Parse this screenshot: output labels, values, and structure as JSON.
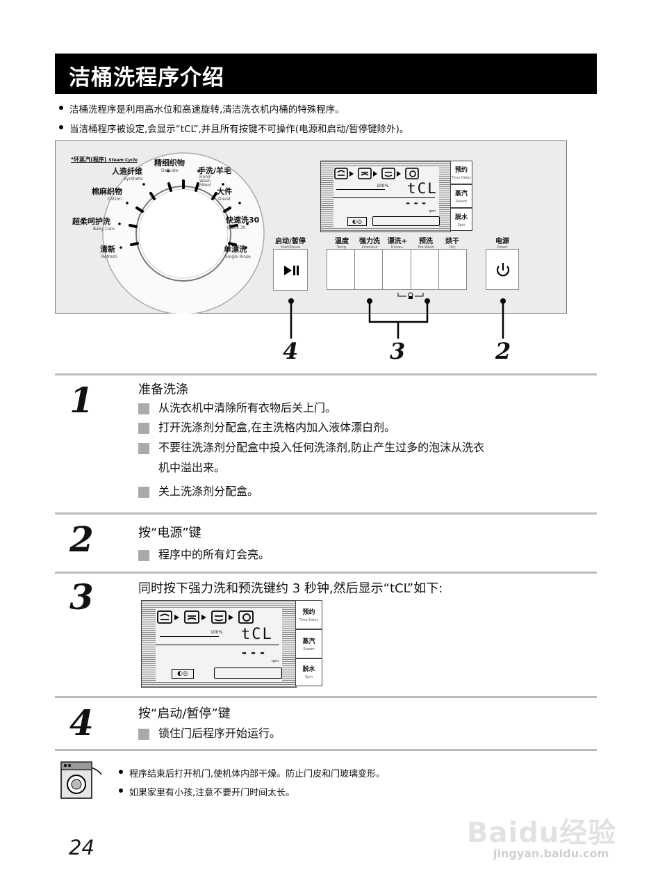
{
  "page": {
    "title": "洁桶洗程序介绍",
    "intro_1": "洁桶洗程序是利用高水位和高速旋转,清洁洗衣机内桶的特殊程序。",
    "intro_2": "当洁桶程序被设定,会显示“tCL”,并且所有按键不可操作(电源和启动/暂停键除外)。",
    "page_number": "24"
  },
  "panel": {
    "dial_caption": "*环蒸汽(程序)",
    "dial_caption_en": "Steam Cycle",
    "dial_labels": [
      {
        "cn": "精细织物",
        "en": "Delicate"
      },
      {
        "cn": "人造纤维",
        "en": "Synthetic"
      },
      {
        "cn": "手洗/羊毛",
        "en": "Hand Wash /Wool"
      },
      {
        "cn": "棉麻织物",
        "en": "Cotton"
      },
      {
        "cn": "大件",
        "en": "Duvet"
      },
      {
        "cn": "超柔呵护洗",
        "en": "Baby Care"
      },
      {
        "cn": "快速洗30",
        "en": "Quick 30"
      },
      {
        "cn": "清新",
        "en": "Refresh"
      },
      {
        "cn": "单漂洗",
        "en": "Single Rinse"
      }
    ],
    "display": {
      "code": "tCL",
      "dashes": "- - -",
      "rpm": "rpm",
      "percent": "100%"
    },
    "side_buttons": [
      {
        "cn": "预约",
        "en": "Time Delay"
      },
      {
        "cn": "蒸汽",
        "en": "Steam"
      },
      {
        "cn": "脱水",
        "en": "Spin"
      }
    ],
    "start_label": "启动/暂停",
    "start_label_en": "Start/Pause",
    "start_icon": "play-pause-icon",
    "options": [
      {
        "cn": "温度",
        "en": "Temp."
      },
      {
        "cn": "强力洗",
        "en": "Intensive"
      },
      {
        "cn": "漂洗+",
        "en": "Rinse+"
      },
      {
        "cn": "预洗",
        "en": "Pre Wash"
      },
      {
        "cn": "烘干",
        "en": "Dry"
      }
    ],
    "power_label": "电源",
    "power_label_en": "Power",
    "power_icon": "power-icon",
    "callouts": [
      "4",
      "3",
      "2"
    ]
  },
  "steps": [
    {
      "num": "1",
      "head": "准备洗涤",
      "items": [
        "从洗衣机中清除所有衣物后关上门。",
        "打开洗涤剂分配盒,在主洗格内加入液体漂白剂。",
        "不要往洗涤剂分配盒中投入任何洗涤剂,防止产生过多的泡沫从洗衣",
        "机中溢出来。",
        "关上洗涤剂分配盒。"
      ]
    },
    {
      "num": "2",
      "head": "按“电源”键",
      "items": [
        "程序中的所有灯会亮。"
      ]
    },
    {
      "num": "3",
      "head": "同时按下强力洗和预洗键约 3 秒钟,然后显示“tCL”如下:",
      "items": []
    },
    {
      "num": "4",
      "head": "按“启动/暂停”键",
      "items": [
        "锁住门后程序开始运行。"
      ]
    }
  ],
  "notes": [
    "程序结束后打开机门,使机体内部干燥。防止门皮和门玻璃变形。",
    "如果家里有小孩,注意不要开门时间太长。"
  ],
  "watermark": {
    "brand": "Baidu经验",
    "url": "jingyan.baidu.com"
  }
}
